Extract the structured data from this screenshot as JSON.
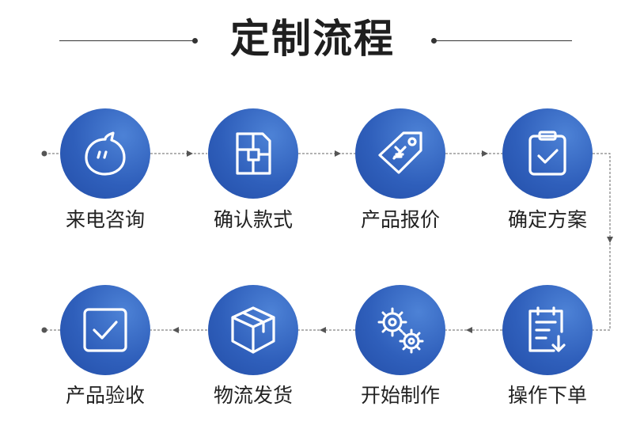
{
  "title": "定制流程",
  "steps": [
    {
      "label": "来电咨询",
      "icon": "chat-bubble-icon"
    },
    {
      "label": "确认款式",
      "icon": "design-layout-icon"
    },
    {
      "label": "产品报价",
      "icon": "price-tag-icon"
    },
    {
      "label": "确定方案",
      "icon": "clipboard-check-icon"
    },
    {
      "label": "操作下单",
      "icon": "order-download-icon"
    },
    {
      "label": "开始制作",
      "icon": "gears-icon"
    },
    {
      "label": "物流发货",
      "icon": "box-icon"
    },
    {
      "label": "产品验收",
      "icon": "checkbox-icon"
    }
  ],
  "colors": {
    "accent": "#2f5fbb",
    "accent_light": "#4d82d6",
    "line": "#555555"
  }
}
